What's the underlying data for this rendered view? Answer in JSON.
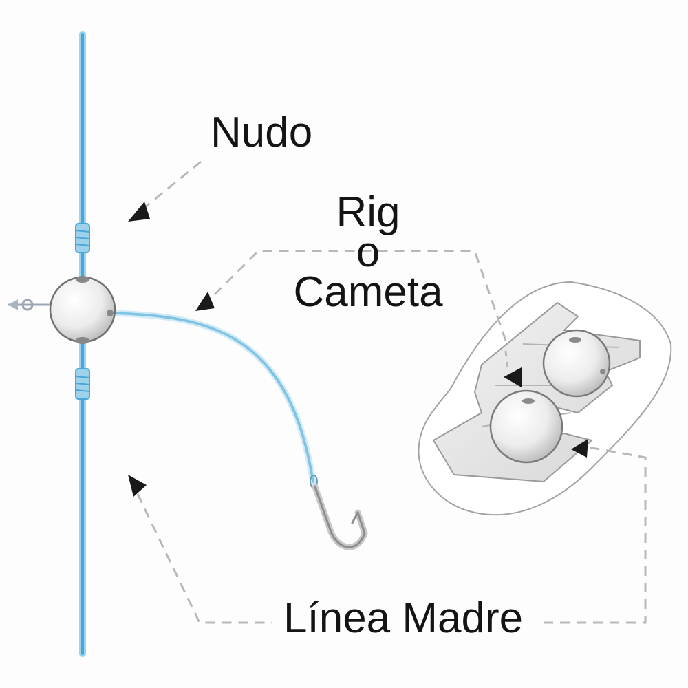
{
  "labels": {
    "knot": "Nudo",
    "rig_line1": "Rig",
    "rig_line2": "o",
    "rig_line3": "Cameta",
    "main_line": "Línea Madre"
  },
  "colors": {
    "main_line": "#5aaed9",
    "rig_line": "#8fcbe6",
    "bead": "#f1f1f1",
    "arrow": "#1a1a1a",
    "dashes": "#b8b8b8",
    "text": "#141414"
  },
  "icons": [
    "arrow-head-icon",
    "swivel-icon",
    "hook-icon",
    "bead-icon",
    "rig-clip-icon"
  ]
}
